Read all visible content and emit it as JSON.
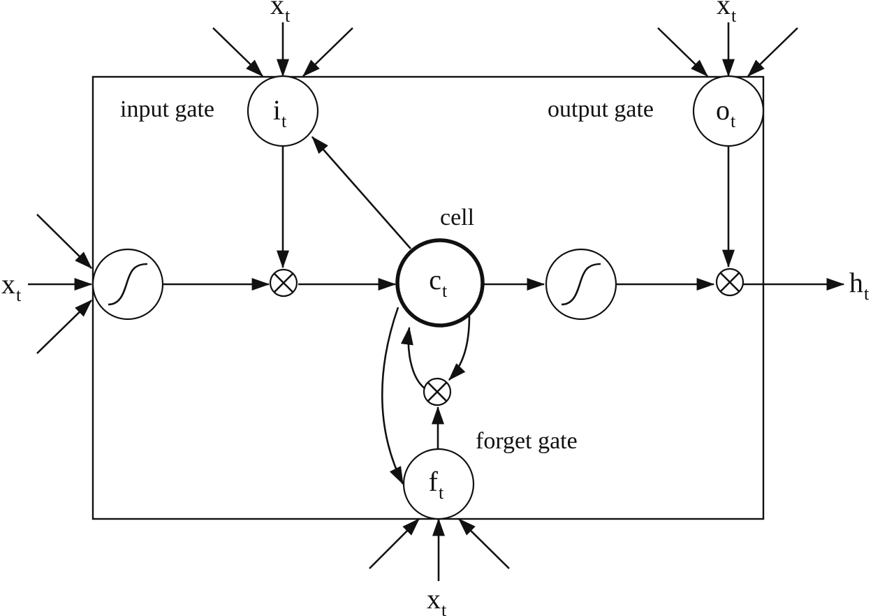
{
  "diagram": {
    "labels": {
      "input_gate": "input gate",
      "output_gate": "output gate",
      "cell": "cell",
      "forget_gate": "forget gate"
    },
    "nodes": {
      "input_gate": {
        "base": "i",
        "sub": "t"
      },
      "output_gate": {
        "base": "o",
        "sub": "t"
      },
      "cell": {
        "base": "c",
        "sub": "t"
      },
      "forget_gate": {
        "base": "f",
        "sub": "t"
      }
    },
    "inputs": {
      "top_left": {
        "base": "x",
        "sub": "t"
      },
      "top_right": {
        "base": "x",
        "sub": "t"
      },
      "left": {
        "base": "x",
        "sub": "t"
      },
      "bottom": {
        "base": "x",
        "sub": "t"
      }
    },
    "output": {
      "base": "h",
      "sub": "t"
    },
    "multiply_symbol": "⊗"
  }
}
